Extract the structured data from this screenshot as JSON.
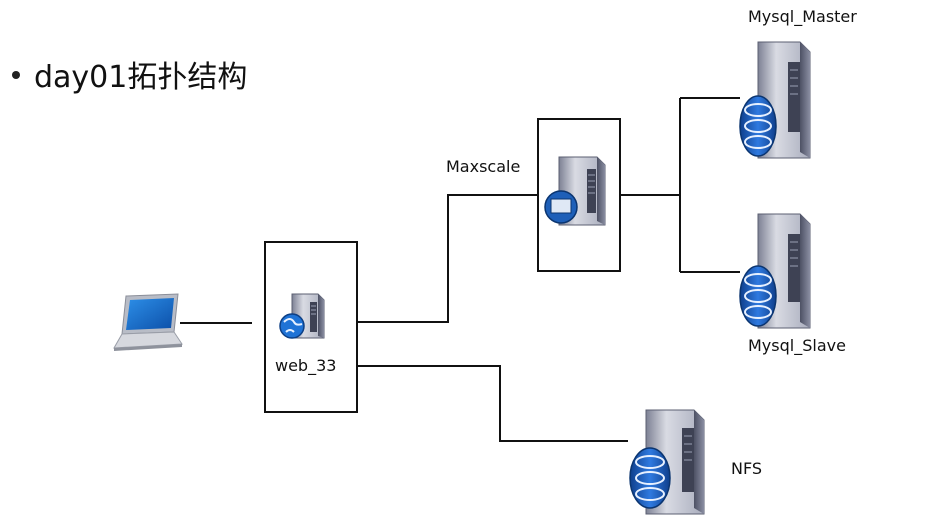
{
  "title": "day01拓扑结构",
  "nodes": {
    "web": {
      "label": "web_33"
    },
    "maxscale": {
      "label": "Maxscale"
    },
    "mysql_master": {
      "label": "Mysql_Master"
    },
    "mysql_slave": {
      "label": "Mysql_Slave"
    },
    "nfs": {
      "label": "NFS"
    }
  },
  "colors": {
    "line": "#111111",
    "server_body": "#c9ccd6",
    "server_dark": "#5b5f72",
    "db_blue": "#1e5fb8",
    "globe_blue": "#1f73d6"
  }
}
